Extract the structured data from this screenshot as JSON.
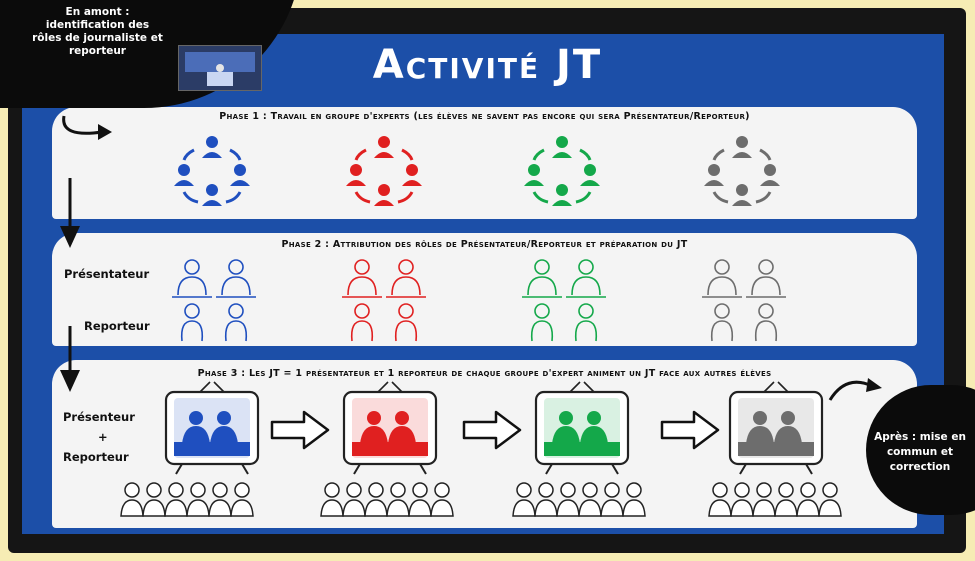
{
  "title": "Activité JT",
  "intro_note": "En amont : identification des rôles de journaliste et reporteur",
  "phase1": {
    "title": "Phase 1 : Travail en groupe d'experts (les élèves ne savent pas encore qui sera Présentateur/Reporteur)",
    "groups": [
      "#1f4fbf",
      "#e02020",
      "#14a84a",
      "#6d6d6d"
    ]
  },
  "phase2": {
    "title": "Phase 2 : Attribution des rôles de Présentateur/Reporteur et préparation du JT",
    "label_presenter": "Présentateur",
    "label_reporter": "Reporteur"
  },
  "phase3": {
    "title": "Phase 3 : Les JT = 1 présentateur et 1 reporteur de chaque groupe d'expert animent un JT face aux autres élèves",
    "label_line1": "Présenteur",
    "label_plus": "+",
    "label_line2": "Reporteur"
  },
  "after_note": "Après : mise en commun et correction",
  "colors": {
    "blue": "#1f4fbf",
    "red": "#e02020",
    "green": "#14a84a",
    "gray": "#6d6d6d",
    "screen": "#1c4fa8"
  }
}
